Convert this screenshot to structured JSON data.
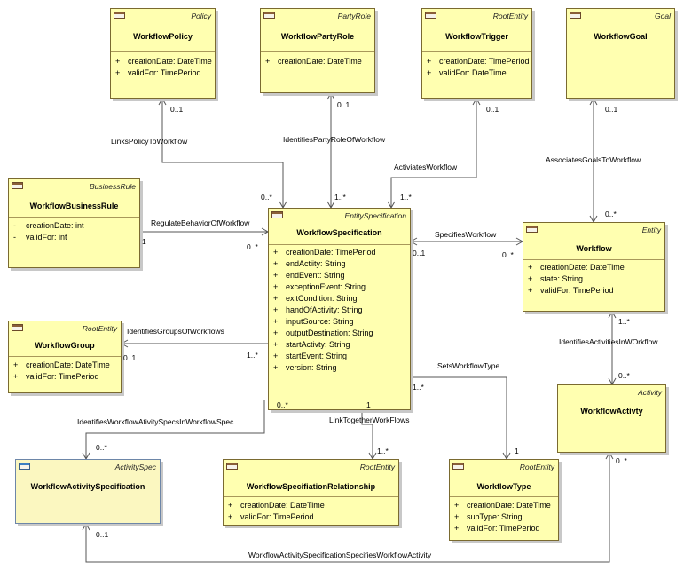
{
  "classes": {
    "workflow_policy": {
      "stereotype": "Policy",
      "name": "WorkflowPolicy",
      "attributes": [
        {
          "visibility": "+",
          "text": "creationDate: DateTime"
        },
        {
          "visibility": "+",
          "text": "validFor: TimePeriod"
        }
      ]
    },
    "workflow_party_role": {
      "stereotype": "PartyRole",
      "name": "WorkflowPartyRole",
      "attributes": [
        {
          "visibility": "+",
          "text": "creationDate: DateTime"
        }
      ]
    },
    "workflow_trigger": {
      "stereotype": "RootEntity",
      "name": "WorkflowTrigger",
      "attributes": [
        {
          "visibility": "+",
          "text": "creationDate: TimePeriod"
        },
        {
          "visibility": "+",
          "text": "validFor: DateTime"
        }
      ]
    },
    "workflow_goal": {
      "stereotype": "Goal",
      "name": "WorkflowGoal",
      "attributes": []
    },
    "workflow_business_rule": {
      "stereotype": "BusinessRule",
      "name": "WorkflowBusinessRule",
      "attributes": [
        {
          "visibility": "-",
          "text": "creationDate: int"
        },
        {
          "visibility": "-",
          "text": "validFor: int"
        }
      ]
    },
    "workflow_specification": {
      "stereotype": "EntitySpecification",
      "name": "WorkflowSpecification",
      "attributes": [
        {
          "visibility": "+",
          "text": "creationDate: TimePeriod"
        },
        {
          "visibility": "+",
          "text": "endActiity: String"
        },
        {
          "visibility": "+",
          "text": "endEvent: String"
        },
        {
          "visibility": "+",
          "text": "exceptionEvent: String"
        },
        {
          "visibility": "+",
          "text": "exitCondition: String"
        },
        {
          "visibility": "+",
          "text": "handOfActivity: String"
        },
        {
          "visibility": "+",
          "text": "inputSource: String"
        },
        {
          "visibility": "+",
          "text": "outputDestination: String"
        },
        {
          "visibility": "+",
          "text": "startActivty: String"
        },
        {
          "visibility": "+",
          "text": "startEvent: String"
        },
        {
          "visibility": "+",
          "text": "version: String"
        }
      ]
    },
    "workflow": {
      "stereotype": "Entity",
      "name": "Workflow",
      "attributes": [
        {
          "visibility": "+",
          "text": "creationDate: DateTime"
        },
        {
          "visibility": "+",
          "text": "state: String"
        },
        {
          "visibility": "+",
          "text": "validFor: TimePeriod"
        }
      ]
    },
    "workflow_group": {
      "stereotype": "RootEntity",
      "name": "WorkflowGroup",
      "attributes": [
        {
          "visibility": "+",
          "text": "creationDate: DateTime"
        },
        {
          "visibility": "+",
          "text": "validFor: TimePeriod"
        }
      ]
    },
    "workflow_activity": {
      "stereotype": "Activity",
      "name": "WorkflowActivty",
      "attributes": []
    },
    "workflow_activity_specification": {
      "stereotype": "ActivitySpec",
      "name": "WorkflowActivitySpecification",
      "attributes": []
    },
    "workflow_specification_relationship": {
      "stereotype": "RootEntity",
      "name": "WorkflowSpecifiationRelationship",
      "attributes": [
        {
          "visibility": "+",
          "text": "creationDate: DateTime"
        },
        {
          "visibility": "+",
          "text": "validFor: TimePeriod"
        }
      ]
    },
    "workflow_type": {
      "stereotype": "RootEntity",
      "name": "WorkflowType",
      "attributes": [
        {
          "visibility": "+",
          "text": "creationDate: DateTime"
        },
        {
          "visibility": "+",
          "text": "subType: String"
        },
        {
          "visibility": "+",
          "text": "validFor: TimePeriod"
        }
      ]
    }
  },
  "associations": {
    "links_policy": {
      "name": "LinksPolicyToWorkflow",
      "source_multiplicity": "0..*",
      "target_multiplicity": "0..1"
    },
    "identifies_party_role": {
      "name": "IdentifiesPartyRoleOfWorkflow",
      "source_multiplicity": "1..*",
      "target_multiplicity": "0..1"
    },
    "activiates": {
      "name": "ActiviatesWorkflow",
      "source_multiplicity": "1..*",
      "target_multiplicity": "0..1"
    },
    "associates_goals": {
      "name": "AssociatesGoalsToWorkflow",
      "source_multiplicity": "0..*",
      "target_multiplicity": "0..1"
    },
    "regulate_behavior": {
      "name": "RegulateBehaviorOfWorkflow",
      "source_multiplicity": "0..*",
      "target_multiplicity": "1"
    },
    "specifies": {
      "name": "SpecifiesWorkflow",
      "source_multiplicity": "0..1",
      "target_multiplicity": "0..*"
    },
    "identifies_groups": {
      "name": "IdentifiesGroupsOfWorkflows",
      "source_multiplicity": "1..*",
      "target_multiplicity": "0..1"
    },
    "identifies_activities": {
      "name": "IdentifiesActivitiesInWOrkflow",
      "source_multiplicity": "1..*",
      "target_multiplicity": "0..*"
    },
    "sets_type": {
      "name": "SetsWorkflowType",
      "source_multiplicity": "1..*",
      "target_multiplicity": "1"
    },
    "link_together": {
      "name": "LinkTogetherWorkFlows",
      "source_multiplicity": "1",
      "target_multiplicity": "1..*"
    },
    "identifies_activity_specs": {
      "name": "IdentifiesWorkflowAtivitySpecsInWorkflowSpec",
      "source_multiplicity": "0..*",
      "target_multiplicity": "0..*"
    },
    "specifies_activity": {
      "name": "WorkflowActivitySpecificationSpecifiesWorkflowActivity",
      "source_multiplicity": "0..1",
      "target_multiplicity": "0..*"
    }
  },
  "colors": {
    "class_fill": "#ffffb0",
    "class_border": "#7a6a30",
    "line": "#555555",
    "activity_spec_icon": "#3c7fc2"
  }
}
